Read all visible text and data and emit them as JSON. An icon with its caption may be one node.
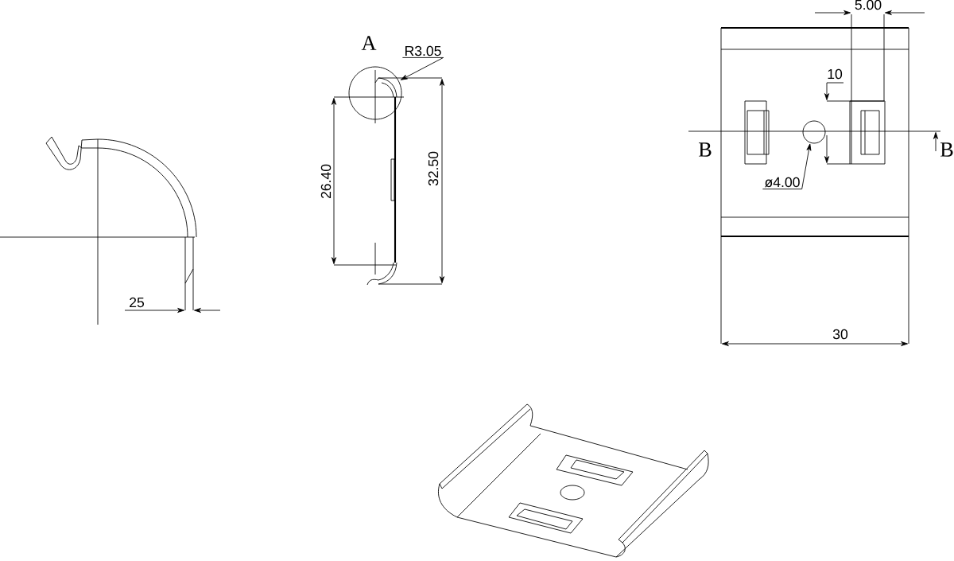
{
  "diagram": {
    "nodes": [
      {
        "text": [
          "R3.05"
        ]
      },
      {
        "text": [
          "ø4.00"
        ]
      },
      {
        "text": [],
        "shape": "circle"
      }
    ],
    "edges": [
      {
        "from": 0,
        "to": null,
        "arrow": "to"
      },
      {
        "from": 1,
        "to": 2,
        "arrow": "to"
      }
    ],
    "labels": [
      "5.00",
      "A",
      "10",
      "B",
      "B",
      "26.40",
      "32.50",
      "25",
      "30"
    ]
  }
}
